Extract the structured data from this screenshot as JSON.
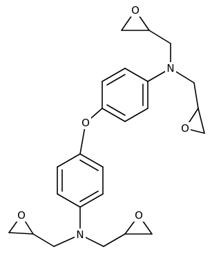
{
  "molecule": {
    "atoms": [
      {
        "id": "Or1",
        "label": "O"
      },
      {
        "id": "Or2",
        "label": "O"
      },
      {
        "id": "Obridge",
        "label": "O"
      },
      {
        "id": "Or3",
        "label": "O"
      },
      {
        "id": "Or4",
        "label": "O"
      },
      {
        "id": "Ntop",
        "label": "N"
      },
      {
        "id": "Nbot",
        "label": "N"
      }
    ],
    "line_color": "#000000",
    "background": "#ffffff"
  }
}
